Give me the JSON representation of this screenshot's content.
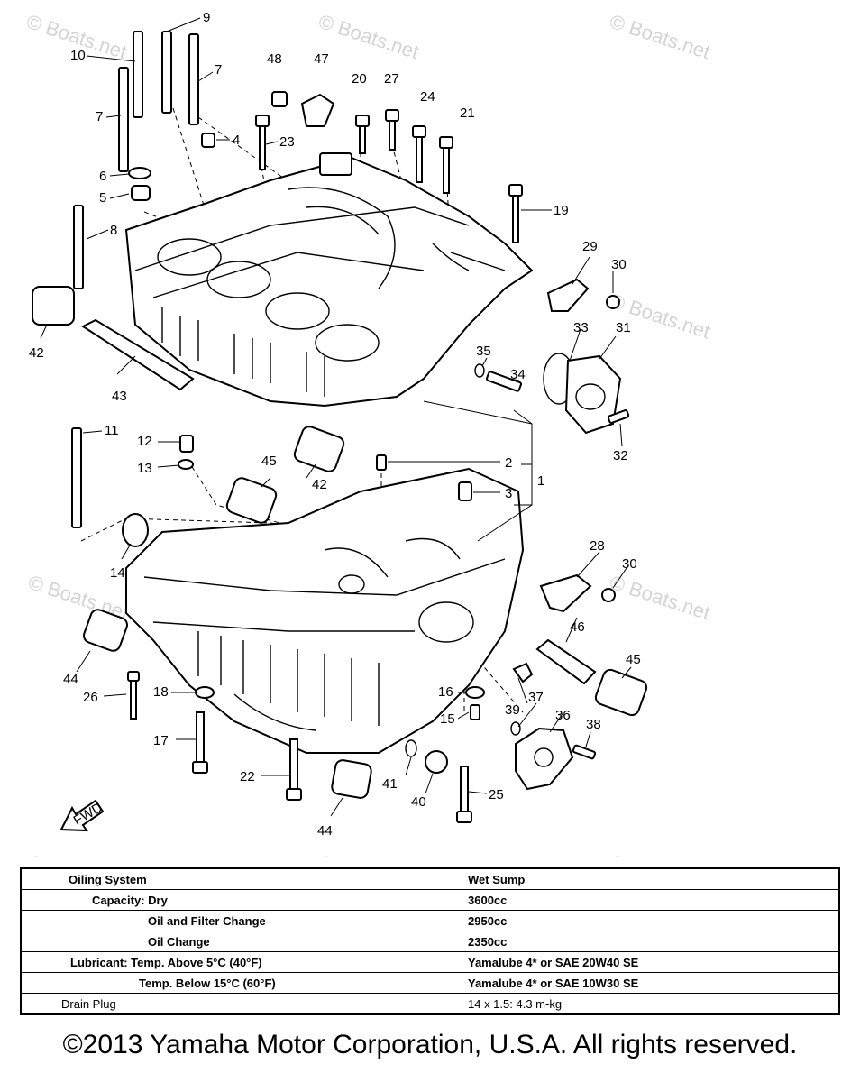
{
  "diagram": {
    "callouts": [
      "1",
      "2",
      "3",
      "4",
      "5",
      "6",
      "7",
      "7",
      "8",
      "9",
      "10",
      "11",
      "12",
      "13",
      "14",
      "15",
      "16",
      "17",
      "18",
      "19",
      "20",
      "21",
      "22",
      "23",
      "24",
      "25",
      "26",
      "27",
      "28",
      "29",
      "30",
      "30",
      "31",
      "32",
      "33",
      "34",
      "35",
      "36",
      "37",
      "38",
      "39",
      "40",
      "41",
      "42",
      "42",
      "43",
      "44",
      "44",
      "45",
      "45",
      "46",
      "47",
      "48"
    ],
    "front_arrow": "FWD",
    "watermark": "© Boats.net"
  },
  "spec_table": {
    "rows": [
      {
        "label": "Oiling System",
        "value": "Wet Sump"
      },
      {
        "label": "Capacity: Dry",
        "value": "3600cc"
      },
      {
        "label": "Oil and Filter Change",
        "value": "2950cc"
      },
      {
        "label": "Oil Change",
        "value": "2350cc"
      },
      {
        "label": "Lubricant: Temp. Above 5°C (40°F)",
        "value": "Yamalube 4* or SAE 20W40 SE"
      },
      {
        "label": "Temp. Below 15°C (60°F)",
        "value": "Yamalube 4* or SAE 10W30 SE"
      },
      {
        "label": "Drain Plug",
        "value": "14 x 1.5: 4.3 m-kg"
      }
    ]
  },
  "copyright": "©2013 Yamaha Motor Corporation, U.S.A. All rights reserved."
}
